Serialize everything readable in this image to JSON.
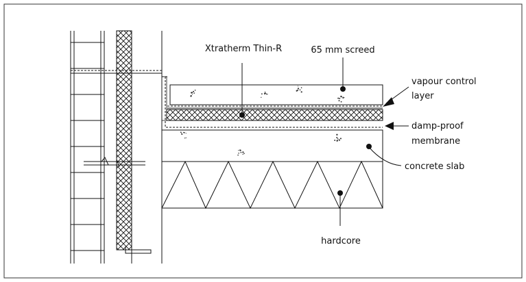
{
  "diagram": {
    "labels": {
      "insulation": "Xtratherm Thin-R",
      "screed": "65 mm screed",
      "vcl_line1": "vapour control",
      "vcl_line2": "layer",
      "dpm_line1": "damp-proof",
      "dpm_line2": "membrane",
      "slab": "concrete slab",
      "hardcore": "hardcore"
    },
    "colors": {
      "line": "#111111",
      "frame": "#333333",
      "background": "#ffffff"
    }
  }
}
